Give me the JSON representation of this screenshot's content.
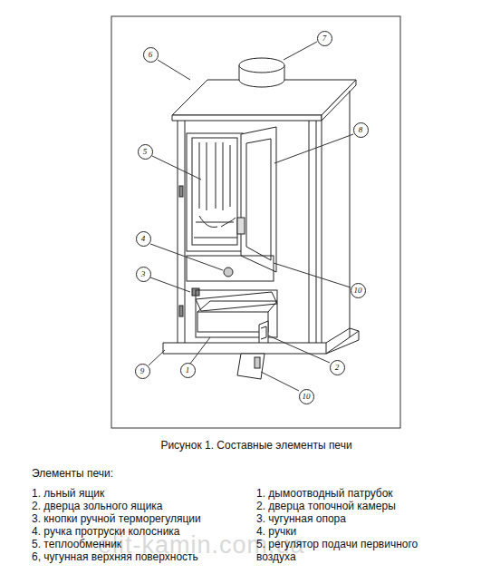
{
  "diagram": {
    "caption": "Рисунок 1. Составные элементы печи",
    "nodes": [
      {
        "text": [
          "7"
        ]
      },
      {
        "text": [
          "6"
        ]
      },
      {
        "text": [
          "8"
        ]
      },
      {
        "text": [
          "5"
        ]
      },
      {
        "text": [
          "4"
        ]
      },
      {
        "text": [
          "3"
        ]
      },
      {
        "text": [
          "10"
        ]
      },
      {
        "text": [
          "9"
        ]
      },
      {
        "text": [
          "1"
        ]
      },
      {
        "text": [
          "2"
        ]
      },
      {
        "text": [
          "10"
        ]
      }
    ],
    "labels": [
      "Элементы печи:",
      "1. льный ящик",
      "2. дверца зольного ящика",
      "3. кнопки ручной терморегуляции",
      "4. ручка протруски колосника",
      "5. теплообменник",
      "6, чугунная верхняя поверхность",
      "1. дымоотводный патрубок",
      "2. дверца топочной камеры",
      "3. чугунная опора",
      "4. ручки",
      "5. регулятор подачи первичного воздуха",
      "elit-kamin.com.ua"
    ]
  }
}
